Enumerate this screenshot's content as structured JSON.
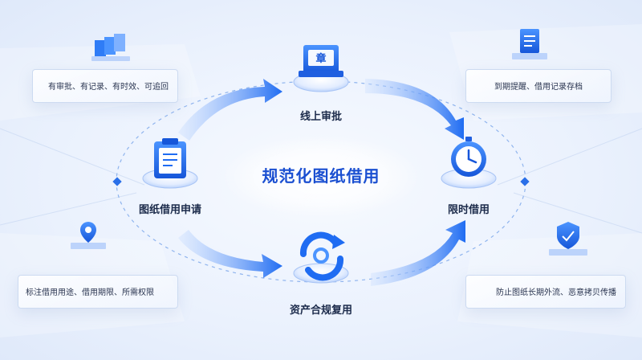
{
  "center": {
    "title": "规范化图纸借用"
  },
  "nodes": {
    "approval": {
      "label": "线上审批",
      "icon": "stamp-icon",
      "stamp_char": "章"
    },
    "limited": {
      "label": "限时借用",
      "icon": "stopwatch-icon"
    },
    "reuse": {
      "label": "资产合规复用",
      "icon": "recycle-icon"
    },
    "apply": {
      "label": "图纸借用申请",
      "icon": "clipboard-icon"
    }
  },
  "cards": {
    "top_left": {
      "text": "有审批、有记录、有时效、可追回",
      "icon": "documents-icon"
    },
    "top_right": {
      "text": "到期提醒、借用记录存档",
      "icon": "document-icon"
    },
    "bottom_left": {
      "text": "标注借用用途、借用期限、所需权限",
      "icon": "location-pin-icon"
    },
    "bottom_right": {
      "text": "防止图纸长期外流、恶意拷贝传播",
      "icon": "shield-icon"
    }
  },
  "colors": {
    "accent": "#1f6cf2",
    "accent_light": "#7fb1ff",
    "title": "#1a4fd1",
    "text": "#1b2a4a"
  }
}
